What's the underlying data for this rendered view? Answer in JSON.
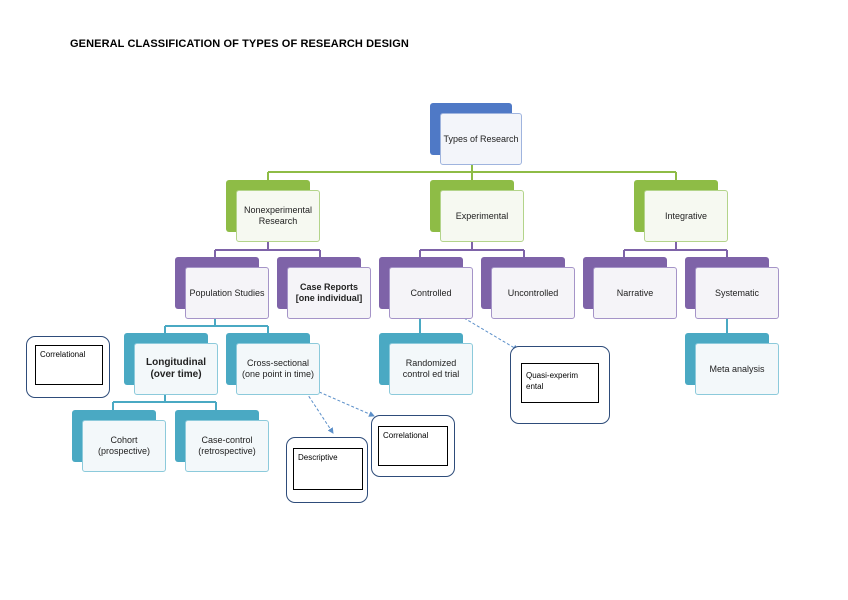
{
  "title": "GENERAL CLASSIFICATION OF TYPES OF RESEARCH DESIGN",
  "nodes": {
    "types_of_research": "Types of Research",
    "nonexperimental": "Nonexperimental Research",
    "experimental": "Experimental",
    "integrative": "Integrative",
    "population_studies": "Population Studies",
    "case_reports": "Case Reports [one individual]",
    "controlled": "Controlled",
    "uncontrolled": "Uncontrolled",
    "narrative": "Narrative",
    "systematic": "Systematic",
    "longitudinal": "Longitudinal (over time)",
    "cross_sectional": "Cross-sectional (one point in time)",
    "randomized": "Randomized control ed trial",
    "meta_analysis": "Meta analysis",
    "cohort": "Cohort (prospective)",
    "case_control": "Case-control (retrospective)"
  },
  "notes": {
    "correlational_left": "Correlational",
    "quasi_experimental": "Quasi-experim ental",
    "correlational_mid": "Correlational",
    "descriptive": "Descriptive"
  },
  "colors": {
    "level0": "#4f79c6",
    "level1": "#8ebc46",
    "level2": "#7e63a8",
    "level3": "#4aa9c3",
    "note_border": "#2e4c7a"
  }
}
